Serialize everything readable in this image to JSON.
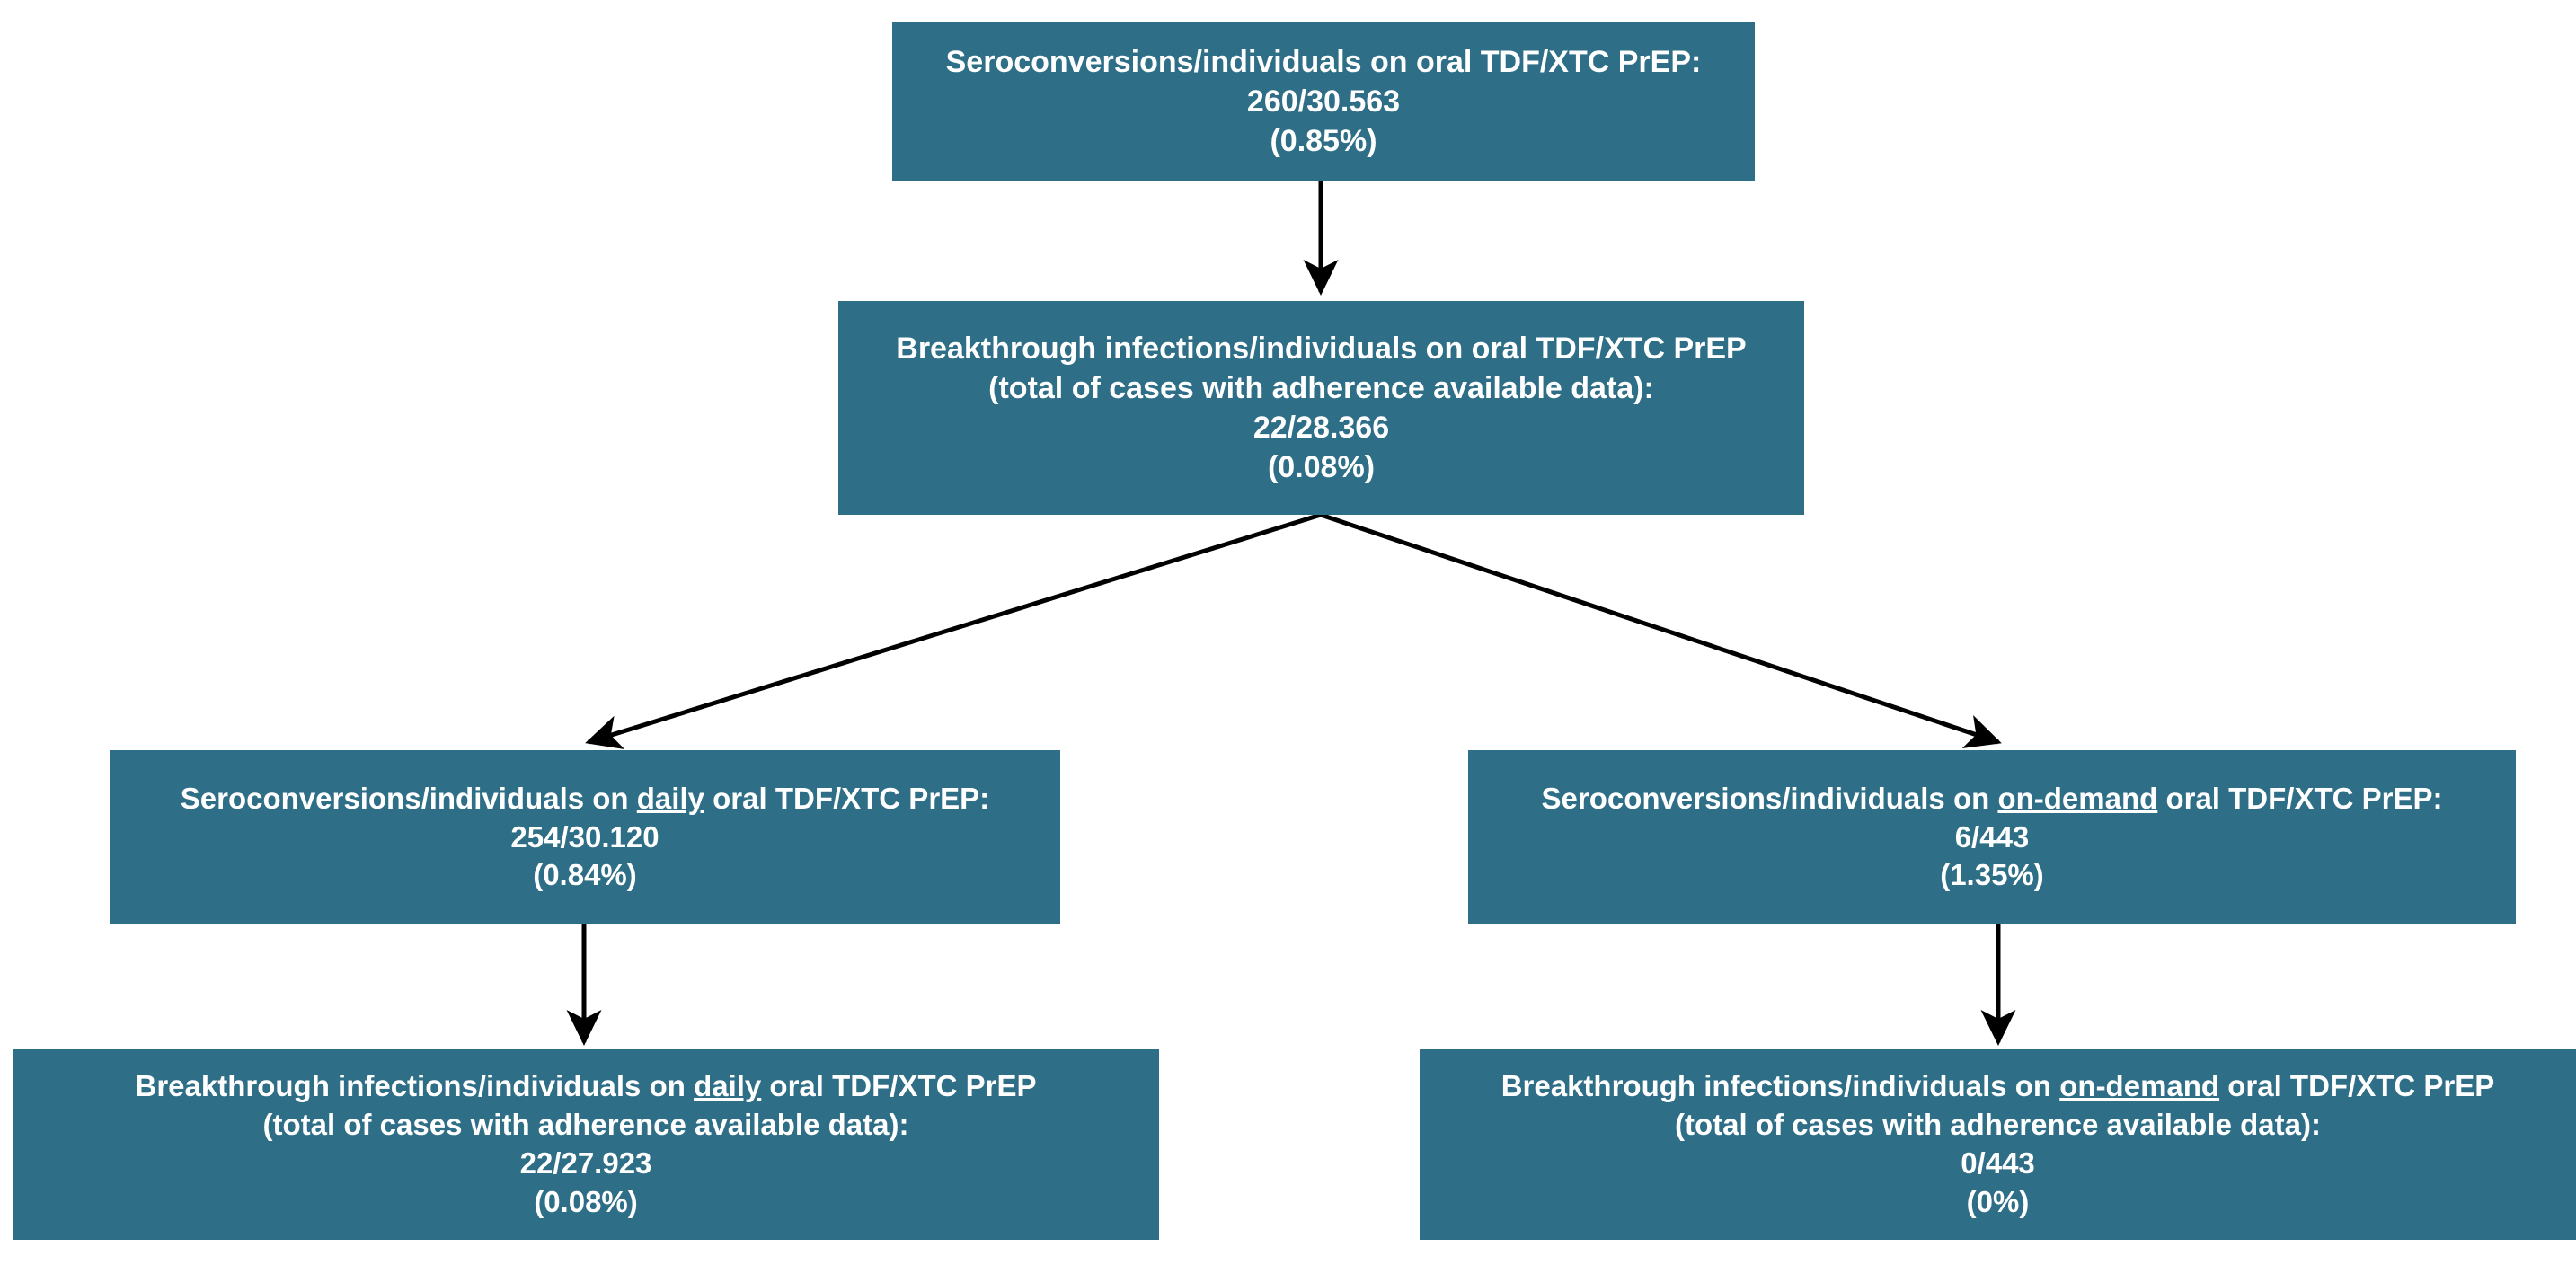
{
  "diagram": {
    "type": "flowchart",
    "background_color": "#FFFFFF",
    "node_fill_color": "#2E6E87",
    "node_text_color": "#FFFFFF",
    "connector_color": "#000000",
    "nodes": {
      "total_seroconversions": {
        "line1": "Seroconversions/individuals on oral TDF/XTC PrEP:",
        "line2": "260/30.563",
        "line3": "(0.85%)"
      },
      "total_breakthrough": {
        "line1": "Breakthrough infections/individuals on oral TDF/XTC PrEP",
        "line2": "(total of cases with adherence available data):",
        "line3": "22/28.366",
        "line4": "(0.08%)"
      },
      "daily_seroconversions": {
        "line1_prefix": "Seroconversions/individuals on ",
        "line1_underlined": "daily",
        "line1_suffix": " oral TDF/XTC PrEP:",
        "line2": "254/30.120",
        "line3": "(0.84%)"
      },
      "ondemand_seroconversions": {
        "line1_prefix": "Seroconversions/individuals on ",
        "line1_underlined": "on-demand",
        "line1_suffix": " oral TDF/XTC PrEP:",
        "line2": "6/443",
        "line3": "(1.35%)"
      },
      "daily_breakthrough": {
        "line1_prefix": "Breakthrough infections/individuals on ",
        "line1_underlined": "daily",
        "line1_suffix": " oral TDF/XTC PrEP",
        "line2": "(total of cases with adherence available data):",
        "line3": "22/27.923",
        "line4": "(0.08%)"
      },
      "ondemand_breakthrough": {
        "line1_prefix": "Breakthrough infections/individuals on ",
        "line1_underlined": "on-demand",
        "line1_suffix": " oral TDF/XTC PrEP",
        "line2": "(total of cases with adherence available data):",
        "line3": "0/443",
        "line4": "(0%)"
      }
    }
  }
}
